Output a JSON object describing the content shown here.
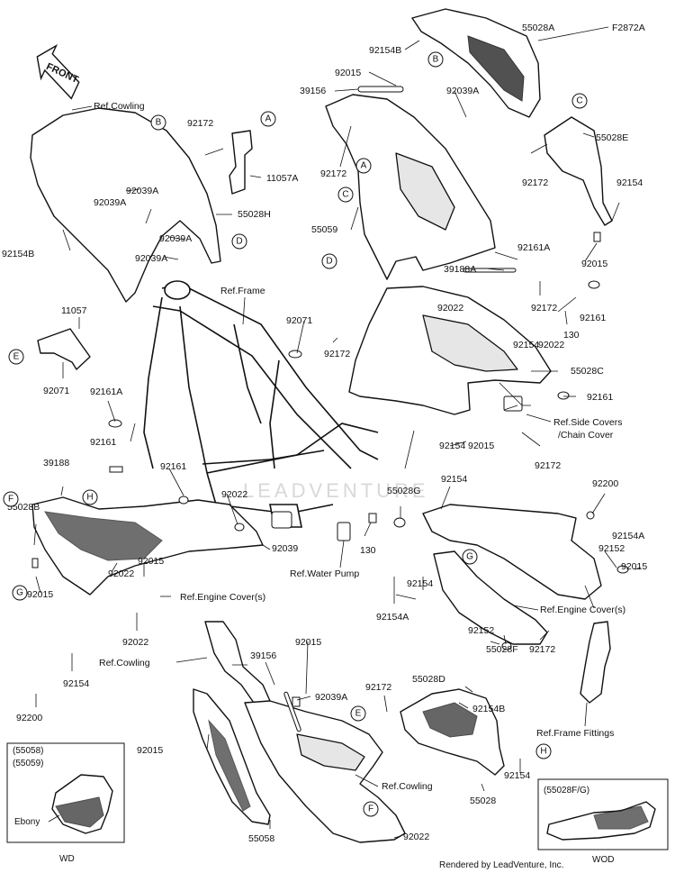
{
  "diagram_code": "F2872A",
  "front_label": "FRONT",
  "footer": "Rendered by LeadVenture, Inc.",
  "watermark": "LEADVENTURE",
  "parts": [
    {
      "id": "p1",
      "text": "55028A"
    },
    {
      "id": "p2",
      "text": "92154B"
    },
    {
      "id": "p3",
      "text": "92015"
    },
    {
      "id": "p4",
      "text": "39156"
    },
    {
      "id": "p5",
      "text": "92039A"
    },
    {
      "id": "p6",
      "text": "92172"
    },
    {
      "id": "p7",
      "text": "55028E"
    },
    {
      "id": "p8",
      "text": "92172"
    },
    {
      "id": "p9",
      "text": "92154"
    },
    {
      "id": "p10",
      "text": "92015"
    },
    {
      "id": "p11",
      "text": "92172"
    },
    {
      "id": "p12",
      "text": "11057A"
    },
    {
      "id": "p13",
      "text": "92039A"
    },
    {
      "id": "p14",
      "text": "92039A"
    },
    {
      "id": "p15",
      "text": "55028H"
    },
    {
      "id": "p16",
      "text": "92039A"
    },
    {
      "id": "p17",
      "text": "92039A"
    },
    {
      "id": "p18",
      "text": "92154B"
    },
    {
      "id": "p19",
      "text": "55059"
    },
    {
      "id": "p20",
      "text": "92161A"
    },
    {
      "id": "p21",
      "text": "39188A"
    },
    {
      "id": "p22",
      "text": "92172"
    },
    {
      "id": "p23",
      "text": "92071"
    },
    {
      "id": "p24",
      "text": "92161"
    },
    {
      "id": "p25",
      "text": "130"
    },
    {
      "id": "p26",
      "text": "92022"
    },
    {
      "id": "p27",
      "text": "92022"
    },
    {
      "id": "p28",
      "text": "55028C"
    },
    {
      "id": "p29",
      "text": "92161"
    },
    {
      "id": "p30",
      "text": "92172"
    },
    {
      "id": "p31",
      "text": "11057"
    },
    {
      "id": "p32",
      "text": "92071"
    },
    {
      "id": "p33",
      "text": "92161A"
    },
    {
      "id": "p34",
      "text": "92161"
    },
    {
      "id": "p35",
      "text": "92161"
    },
    {
      "id": "p36",
      "text": "92022"
    },
    {
      "id": "p37",
      "text": "92154"
    },
    {
      "id": "p38",
      "text": "92015"
    },
    {
      "id": "p39",
      "text": "92172"
    },
    {
      "id": "p40",
      "text": "39188"
    },
    {
      "id": "p41",
      "text": "55028B"
    },
    {
      "id": "p42",
      "text": "92039"
    },
    {
      "id": "p43",
      "text": "55028G"
    },
    {
      "id": "p44",
      "text": "92154"
    },
    {
      "id": "p45",
      "text": "92200"
    },
    {
      "id": "p46",
      "text": "92152"
    },
    {
      "id": "p47",
      "text": "92154A"
    },
    {
      "id": "p48",
      "text": "92015"
    },
    {
      "id": "p49",
      "text": "130"
    },
    {
      "id": "p50",
      "text": "92022"
    },
    {
      "id": "p51",
      "text": "92015"
    },
    {
      "id": "p52",
      "text": "92015"
    },
    {
      "id": "p53",
      "text": "92022"
    },
    {
      "id": "p54",
      "text": "92154"
    },
    {
      "id": "p55",
      "text": "92200"
    },
    {
      "id": "p56",
      "text": "92154"
    },
    {
      "id": "p57",
      "text": "92154A"
    },
    {
      "id": "p58",
      "text": "92152"
    },
    {
      "id": "p59",
      "text": "55028F"
    },
    {
      "id": "p60",
      "text": "92172"
    },
    {
      "id": "p61",
      "text": "39156"
    },
    {
      "id": "p62",
      "text": "92015"
    },
    {
      "id": "p63",
      "text": "92039A"
    },
    {
      "id": "p64",
      "text": "92172"
    },
    {
      "id": "p65",
      "text": "55028D"
    },
    {
      "id": "p66",
      "text": "92154B"
    },
    {
      "id": "p67",
      "text": "92015"
    },
    {
      "id": "p68",
      "text": "92154"
    },
    {
      "id": "p69",
      "text": "55028"
    },
    {
      "id": "p70",
      "text": "55058"
    },
    {
      "id": "p71",
      "text": "92022"
    },
    {
      "id": "p72",
      "text": "92154"
    }
  ],
  "refs": [
    {
      "id": "r1",
      "text": "Ref.Cowling"
    },
    {
      "id": "r2",
      "text": "Ref.Frame"
    },
    {
      "id": "r3",
      "text": "Ref.Side Covers"
    },
    {
      "id": "r4",
      "text": "/Chain Cover"
    },
    {
      "id": "r5",
      "text": "Ref.Water Pump"
    },
    {
      "id": "r6",
      "text": "Ref.Engine Cover(s)"
    },
    {
      "id": "r7",
      "text": "Ref.Engine Cover(s)"
    },
    {
      "id": "r8",
      "text": "Ref.Cowling"
    },
    {
      "id": "r9",
      "text": "Ref.Frame Fittings"
    },
    {
      "id": "r10",
      "text": "Ref.Cowling"
    }
  ],
  "callouts": [
    {
      "id": "cB1",
      "text": "B"
    },
    {
      "id": "cB2",
      "text": "B"
    },
    {
      "id": "cA1",
      "text": "A"
    },
    {
      "id": "cA2",
      "text": "A"
    },
    {
      "id": "cC1",
      "text": "C"
    },
    {
      "id": "cC2",
      "text": "C"
    },
    {
      "id": "cD1",
      "text": "D"
    },
    {
      "id": "cD2",
      "text": "D"
    },
    {
      "id": "cE1",
      "text": "E"
    },
    {
      "id": "cE2",
      "text": "E"
    },
    {
      "id": "cF1",
      "text": "F"
    },
    {
      "id": "cF2",
      "text": "F"
    },
    {
      "id": "cG1",
      "text": "G"
    },
    {
      "id": "cG2",
      "text": "G"
    },
    {
      "id": "cH1",
      "text": "H"
    },
    {
      "id": "cH2",
      "text": "H"
    }
  ],
  "inset_wd": {
    "codes": [
      "(55058)",
      "(55059)"
    ],
    "label": "Ebony",
    "caption": "WD"
  },
  "inset_wod": {
    "code": "(55028F/G)",
    "caption": "WOD"
  }
}
